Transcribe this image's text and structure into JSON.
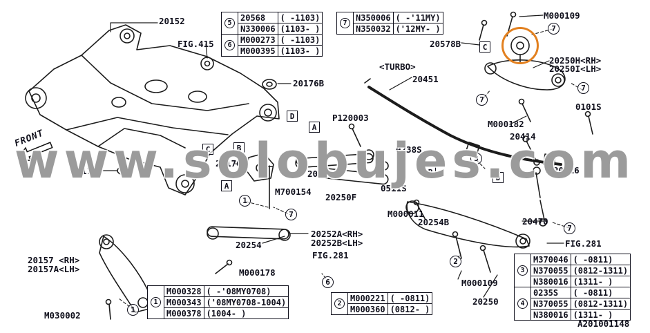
{
  "watermark": "www.solobujes.com",
  "doc_number": "A201001148",
  "front_label": "FRONT",
  "labels": {
    "p20152": "20152",
    "fig415": "FIG.415",
    "p20176b_top": "20176B",
    "turbo": "<TURBO>",
    "p20451": "20451",
    "p20578b": "20578B",
    "m000109_top": "M000109",
    "p20250h": "20250H<RH>",
    "p20250i": "20250I<LH>",
    "p0101s": "0101S",
    "m000182": "M000182",
    "p20414": "20414",
    "p20416": "20416",
    "p120003": "P120003",
    "p0238s": "0238S",
    "p20176b_left": "20176B",
    "p20176": "20176",
    "p20254a": "20254A",
    "m700154": "M700154",
    "p20250f": "20250F",
    "p0511s": "0511S",
    "m000011": "M000011",
    "p20254b": "20254B",
    "p20252a": "20252A<RH>",
    "p20252b": "20252B<LH>",
    "p20254": "20254",
    "fig281_center": "FIG.281",
    "m000178": "M000178",
    "p20157": "20157 <RH>",
    "p20157a": "20157A<LH>",
    "m030002": "M030002",
    "p20470": "20470",
    "fig281_right": "FIG.281",
    "m000109_bottom": "M000109",
    "p20250": "20250"
  },
  "callouts": {
    "c7_topright": "7",
    "c7_rightupper": "7",
    "c7_right0101": "7",
    "c3_right": "3",
    "c7_20470": "7",
    "c7_mid": "7",
    "c1_mid": "1",
    "c2_bottom": "2",
    "c6_bottom": "6",
    "c1_bottomleft": "1"
  },
  "section_boxes": {
    "bC_topright": "C",
    "bD_left": "D",
    "bA_top": "A",
    "bC_left": "C",
    "bB_left": "B",
    "bA_bottom": "A",
    "bB_right": "B",
    "bD_right": "D"
  },
  "tables": {
    "top_a": {
      "groups": [
        {
          "badge": "5",
          "rows": [
            {
              "part": "20568",
              "range": "( -1103)"
            },
            {
              "part": "N330006",
              "range": "(1103- )"
            }
          ]
        },
        {
          "badge": "6",
          "rows": [
            {
              "part": "M000273",
              "range": "( -1103)"
            },
            {
              "part": "M000395",
              "range": "(1103- )"
            }
          ]
        }
      ]
    },
    "top_b": {
      "groups": [
        {
          "badge": "7",
          "rows": [
            {
              "part": "N350006",
              "range": "( -'11MY)"
            },
            {
              "part": "N350032",
              "range": "('12MY- )"
            }
          ]
        }
      ]
    },
    "bottom_a": {
      "groups": [
        {
          "badge": "1",
          "rows": [
            {
              "part": "M000328",
              "range": "( -'08MY0708)"
            },
            {
              "part": "M000343",
              "range": "('08MY0708-1004)"
            },
            {
              "part": "M000378",
              "range": "(1004- )"
            }
          ]
        }
      ]
    },
    "bottom_b": {
      "groups": [
        {
          "badge": "2",
          "rows": [
            {
              "part": "M000221",
              "range": "( -0811)"
            },
            {
              "part": "M000360",
              "range": "(0812- )"
            }
          ]
        }
      ]
    },
    "bottom_c": {
      "groups": [
        {
          "badge": "3",
          "rows": [
            {
              "part": "M370046",
              "range": "( -0811)"
            },
            {
              "part": "N370055",
              "range": "(0812-1311)"
            },
            {
              "part": "N380016",
              "range": "(1311- )"
            }
          ]
        },
        {
          "badge": "4",
          "rows": [
            {
              "part": "0235S",
              "range": "( -0811)"
            },
            {
              "part": "N370055",
              "range": "(0812-1311)"
            },
            {
              "part": "N380016",
              "range": "(1311- )"
            }
          ]
        }
      ]
    }
  }
}
